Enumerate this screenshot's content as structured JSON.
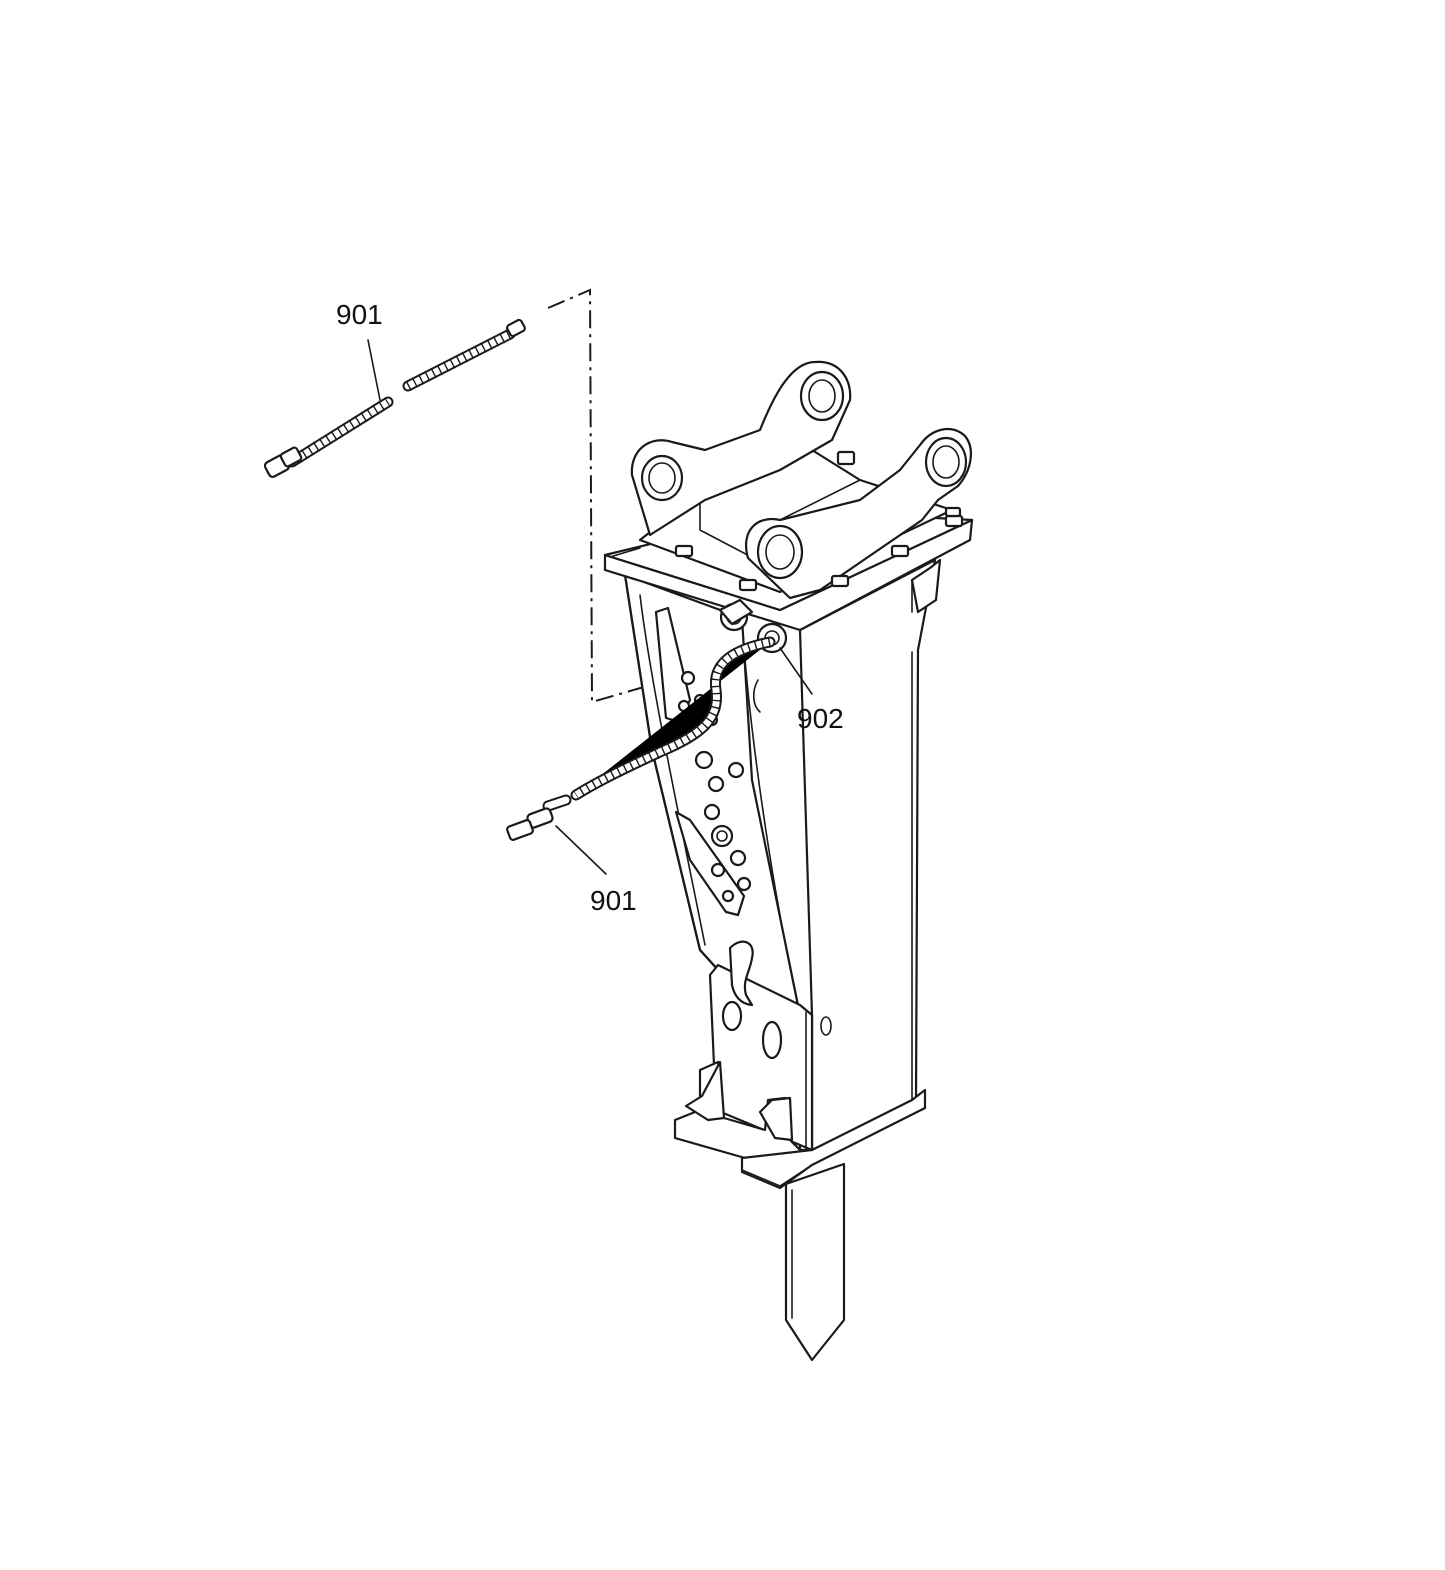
{
  "diagram": {
    "callouts": [
      {
        "id": "hose-upper",
        "label": "901"
      },
      {
        "id": "fitting",
        "label": "902"
      },
      {
        "id": "hose-lower",
        "label": "901"
      }
    ]
  }
}
